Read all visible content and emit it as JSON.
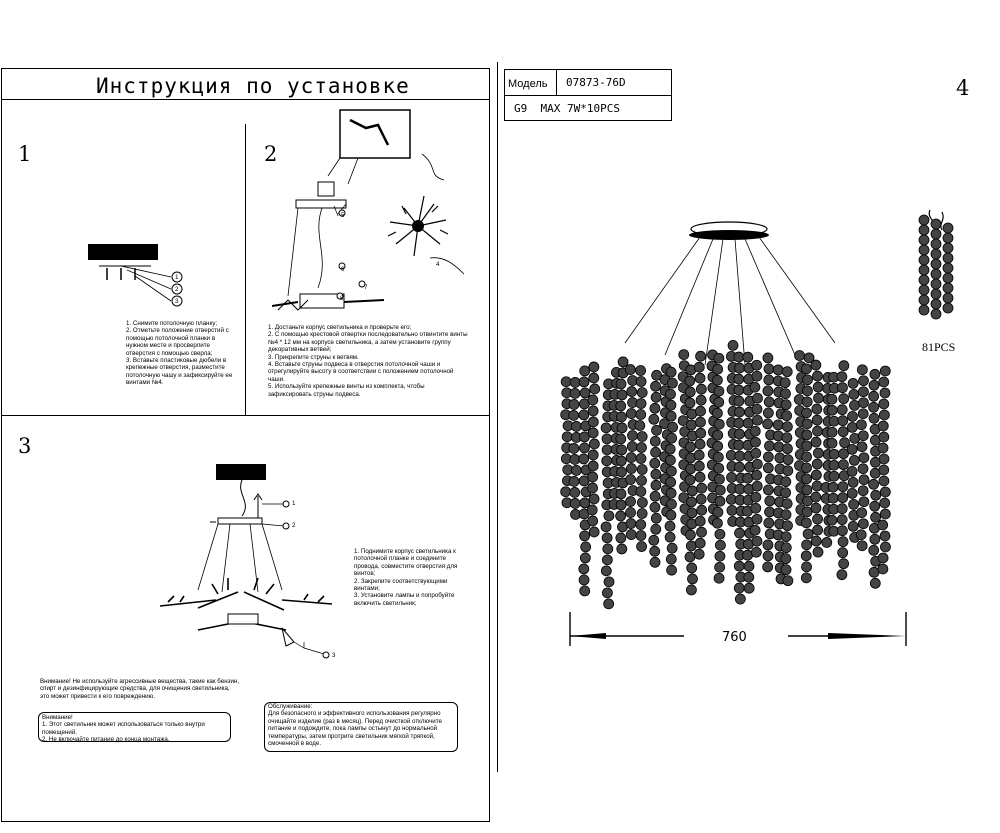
{
  "left_page": {
    "title": "Инструкция по установке",
    "panel1": {
      "number": "1",
      "callouts": [
        "1",
        "2",
        "3"
      ],
      "text": "1. Снимите потолочную планку;\n2. Отметьте положение отверстий с помощью потолочной планки в нужном месте и просверлите отверстия с помощью сверла;\n3. Вставьте пластиковые дюбели в крепежные отверстия, разместите потолочную чашу и зафиксируйте ее винтами №4."
    },
    "panel2": {
      "number": "2",
      "callouts": [
        "5",
        "6",
        "7",
        "8",
        "4"
      ],
      "text": "1. Достаньте корпус светильника и проверьте его;\n2. С помощью крестовой отвертки последовательно отвинтите винты №4 * 12 мм на корпусе светильника, а затем установите группу декоративных ветвей;\n3. Прикрепите струны к ветвям.\n4. Вставьте струны подвеса в отверстия потолочной чаши и отрегулируйте высоту в соответствии с положением потолочной чаши.\n5. Используйте крепежные винты из комплекта, чтобы зафиксировать струны подвеса."
    },
    "panel3": {
      "number": "3",
      "callouts": [
        "1",
        "2",
        "3"
      ],
      "text": "1. Поднимите корпус светильника к потолочной планке и соедините провода, совместите отверстия для винтов;\n2. Закрепите соответствующими винтами;\n3. Установите лампы и попробуйте включить светильник;",
      "warning": "Внимание! Не используйте агрессивные вещества, такие как бензин, спирт и дезинфицирующие средства, для очищения светильника, это может привести к его повреждению.",
      "note": "Внимание!\n1. Этот светильник может использоваться только внутри помещений.\n2. Не включайте питание до конца монтажа.",
      "service": "Обслуживание:\nДля безопасного и эффективного использования регулярно очищайте изделие (раз в месяц). Перед очисткой отключите питание и подождите, пока лампы остынут до нормальной температуры, затем протрите светильник мягкой тряпкой, смоченной в воде."
    }
  },
  "right_page": {
    "number": "4",
    "model_label": "Модель",
    "model_value": "07873-76D",
    "lamp_spec": "G9  MAX 7W*10PCS",
    "part_count": "81PCS",
    "dimension": "760"
  }
}
